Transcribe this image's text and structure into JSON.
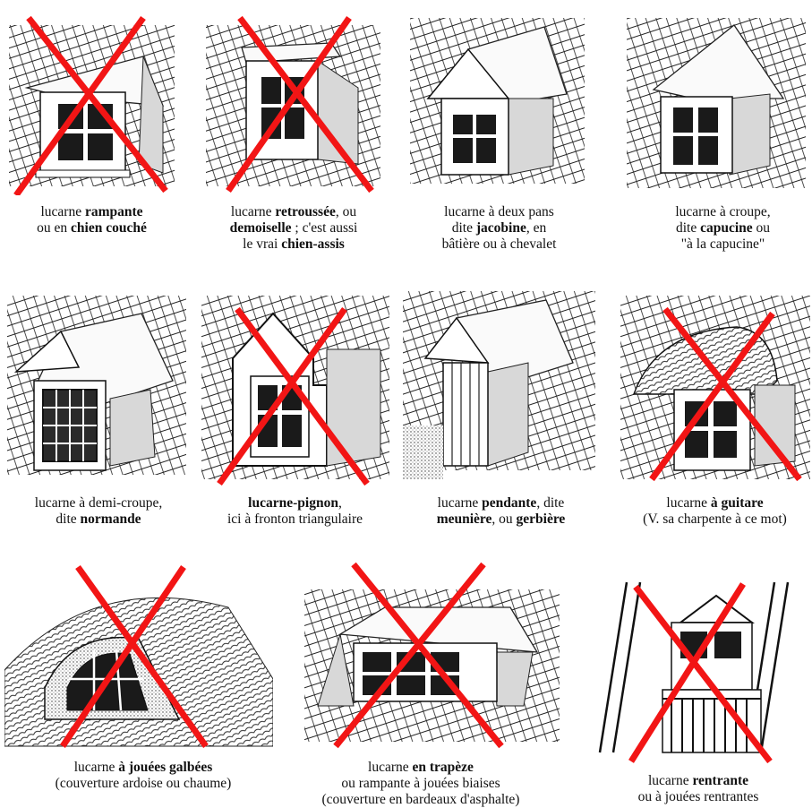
{
  "items": [
    {
      "line1_pre": "lucarne ",
      "line1_bold": "rampante",
      "line1_post": "",
      "line2_pre": "ou en ",
      "line2_bold": "chien couché",
      "line2_post": "",
      "line3": "",
      "crossed": true
    },
    {
      "line1_pre": "lucarne ",
      "line1_bold": "retroussée",
      "line1_post": ", ou",
      "line2_pre": "",
      "line2_bold": "demoiselle",
      "line2_post": " ; c'est aussi",
      "line3_pre": "le vrai ",
      "line3_bold": "chien-assis",
      "crossed": true
    },
    {
      "line1_pre": "lucarne à deux pans",
      "line1_bold": "",
      "line1_post": "",
      "line2_pre": "dite ",
      "line2_bold": "jacobine",
      "line2_post": ", en",
      "line3_pre": "bâtière ou à chevalet",
      "line3_bold": "",
      "crossed": false
    },
    {
      "line1_pre": "lucarne à croupe,",
      "line1_bold": "",
      "line1_post": "",
      "line2_pre": "dite ",
      "line2_bold": "capucine",
      "line2_post": " ou",
      "line3_pre": "\"à la capucine\"",
      "line3_bold": "",
      "crossed": false
    },
    {
      "line1_pre": "lucarne à demi-croupe,",
      "line1_bold": "",
      "line1_post": "",
      "line2_pre": "dite ",
      "line2_bold": "normande",
      "line2_post": "",
      "crossed": false
    },
    {
      "line1_pre": "",
      "line1_bold": "lucarne-pignon",
      "line1_post": ",",
      "line2_pre": "ici à fronton triangulaire",
      "line2_bold": "",
      "line2_post": "",
      "crossed": true
    },
    {
      "line1_pre": "lucarne ",
      "line1_bold": "pendante",
      "line1_post": ", dite",
      "line2_pre": "",
      "line2_bold": "meunière",
      "line2_mid": ", ou ",
      "line2_bold2": "gerbière",
      "crossed": false
    },
    {
      "line1_pre": "lucarne ",
      "line1_bold": "à  guitare",
      "line1_post": "",
      "line2_pre": "(V. sa charpente à ce mot)",
      "line2_bold": "",
      "line2_post": "",
      "crossed": true
    },
    {
      "line1_pre": "lucarne ",
      "line1_bold": "à jouées galbées",
      "line1_post": "",
      "line2_pre": "(couverture ardoise ou chaume)",
      "line2_bold": "",
      "line2_post": "",
      "crossed": true
    },
    {
      "line1_pre": "lucarne ",
      "line1_bold": "en trapèze",
      "line1_post": "",
      "line2_pre": "ou rampante à jouées biaises",
      "line2_bold": "",
      "line2_post": "",
      "line3_pre": "(couverture en bardeaux d'asphalte)",
      "line3_bold": "",
      "crossed": true
    },
    {
      "line1_pre": "lucarne ",
      "line1_bold": "rentrante",
      "line1_post": "",
      "line2_pre": "ou à jouées rentrantes",
      "line2_bold": "",
      "line2_post": "",
      "crossed": true
    }
  ],
  "colors": {
    "cross": "#f21515",
    "ink": "#111111",
    "paper": "#ffffff"
  }
}
